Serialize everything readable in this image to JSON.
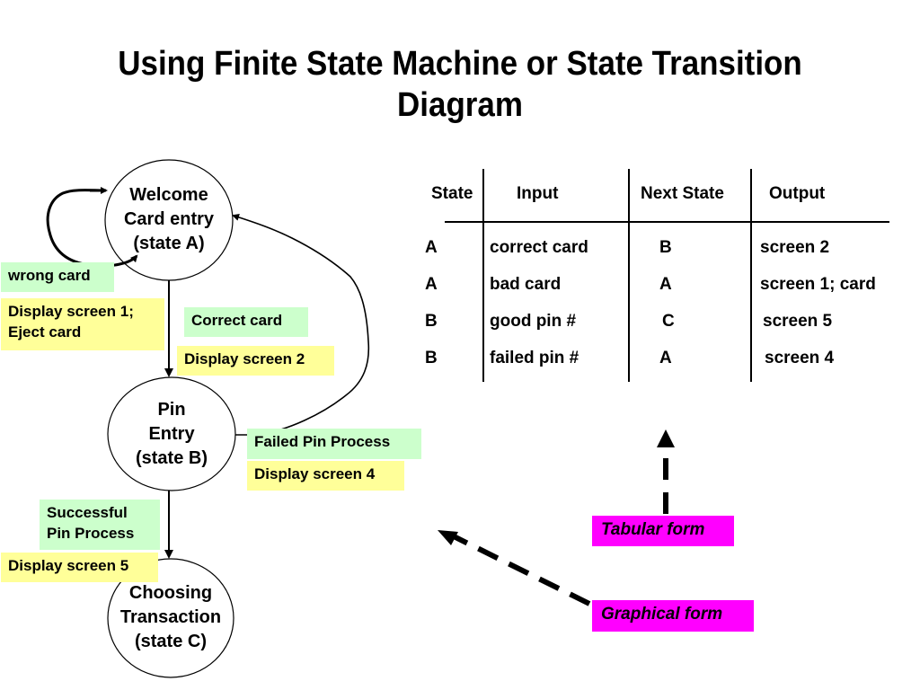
{
  "title": {
    "line1": "Using Finite State Machine or State Transition",
    "line2": "Diagram"
  },
  "states": {
    "a": [
      "Welcome",
      "Card entry",
      "(state A)"
    ],
    "b": [
      "Pin",
      "Entry",
      "(state B)"
    ],
    "c": [
      "Choosing",
      "Transaction",
      "(state C)"
    ]
  },
  "labels": {
    "wrong_card": "wrong card",
    "display_screen_1": [
      "Display screen 1;",
      "Eject card"
    ],
    "correct_card": "Correct card",
    "display_screen_2": "Display screen 2",
    "failed_pin_process": "Failed Pin Process",
    "display_screen_4": "Display screen 4",
    "successful_pin_process": [
      "Successful",
      "Pin Process"
    ],
    "display_screen_5": "Display screen 5"
  },
  "table": {
    "headers": [
      "State",
      "Input",
      "Next State",
      "Output"
    ],
    "rows": [
      [
        "A",
        "correct card",
        "B",
        "screen 2"
      ],
      [
        "A",
        "bad card",
        "A",
        "screen 1; card"
      ],
      [
        "B",
        "good pin #",
        "C",
        "screen 5"
      ],
      [
        "B",
        "failed pin #",
        "A",
        "screen 4"
      ]
    ]
  },
  "callouts": {
    "tabular": "Tabular form",
    "graphical": "Graphical form"
  },
  "colors": {
    "label_green": "#ccffcc",
    "label_yellow": "#ffff99",
    "callout_magenta": "#ff00ff"
  }
}
